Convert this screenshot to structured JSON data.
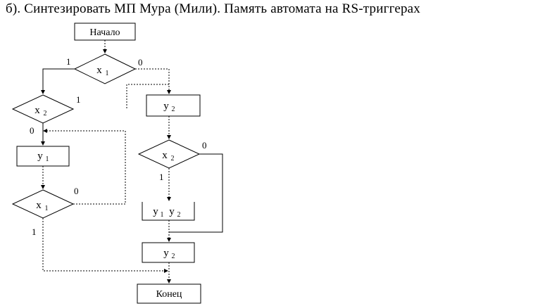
{
  "title": "б). Синтезировать МП Мура (Мили). Память автомата на RS-триггерах",
  "blocks": {
    "start": "Начало",
    "cond_top": {
      "var": "x",
      "sub": "1"
    },
    "cond_left": {
      "var": "x",
      "sub": "2"
    },
    "op_y1": {
      "var": "y",
      "sub": "1"
    },
    "cond_left_bottom": {
      "var": "x",
      "sub": "1"
    },
    "op_y2_top": {
      "var": "y",
      "sub": "2"
    },
    "cond_right": {
      "var": "x",
      "sub": "2"
    },
    "op_y1y2": {
      "var1": "y",
      "sub1": "1",
      "var2": "y",
      "sub2": "2"
    },
    "op_y2_bottom": {
      "var": "y",
      "sub": "2"
    },
    "end": "Конец"
  },
  "labels": {
    "top_left": "1",
    "top_right": "0",
    "left_right": "1",
    "left_bottom": "0",
    "bottom_left_right": "0",
    "bottom_left_down": "1",
    "right_right": "0",
    "right_down": "1"
  }
}
